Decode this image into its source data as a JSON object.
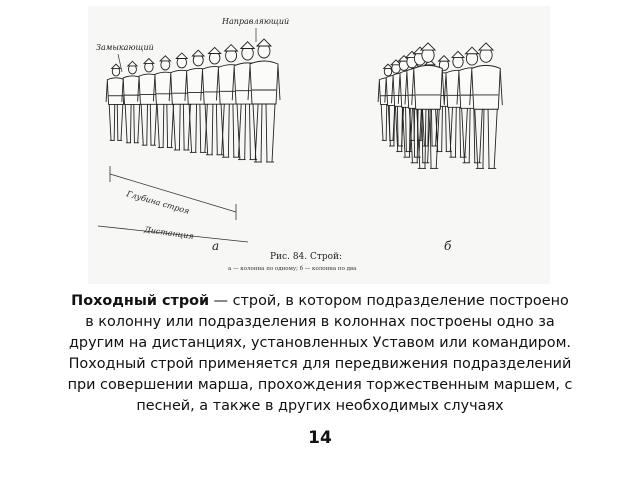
{
  "figure": {
    "label_closing": "Замыкающий",
    "label_guide": "Направляющий",
    "label_depth": "Глубина строя",
    "label_distance": "Дистанция",
    "letter_a": "а",
    "letter_b": "б",
    "caption_title": "Рис. 84. Строй:",
    "caption_sub": "а — колонна по одному; б — колонна по два"
  },
  "paragraph": {
    "term": "Походный строй",
    "line1_rest": " — строй, в котором подразделение построено",
    "line2": "в колонну или подразделения в колоннах построены одно за",
    "line3": "другим на дистанциях, установленных Уставом или командиром.",
    "line4": "Походный строй применяется для передвижения подразделений",
    "line5": "при совершении марша, прохождения торжественным маршем, с",
    "line6": "песней, а также в других необходимых случаях"
  },
  "page_number": "14"
}
